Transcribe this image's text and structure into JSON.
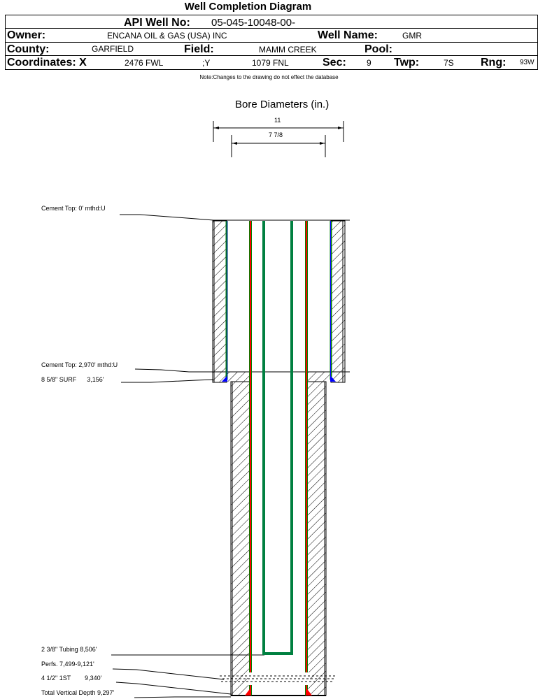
{
  "title": "Well Completion Diagram",
  "header": {
    "api_label": "API Well No:",
    "api_value": "05-045-10048-00-",
    "owner_label": "Owner:",
    "owner_value": "ENCANA OIL & GAS (USA) INC",
    "well_name_label": "Well Name:",
    "well_name_value": "GMR",
    "county_label": "County:",
    "county_value": "GARFIELD",
    "field_label": "Field:",
    "field_value": "MAMM CREEK",
    "pool_label": "Pool:",
    "pool_value": "",
    "coord_x_label": "Coordinates: X",
    "coord_x_value": "2476 FWL",
    "coord_y_label": ";Y",
    "coord_y_value": "1079 FNL",
    "sec_label": "Sec:",
    "sec_value": "9",
    "twp_label": "Twp:",
    "twp_value": "7S",
    "rng_label": "Rng:",
    "rng_value": "93W"
  },
  "note": "Note:Changes to the drawing do not effect the database",
  "diagram": {
    "bore_title": "Bore Diameters (in.)",
    "bore_diameters": [
      "11",
      "7 7/8"
    ],
    "annotations": {
      "cement_top_surface": "Cement Top: 0' mthd:U",
      "cement_top_intermediate": "Cement Top: 2,970' mthd:U",
      "surface_casing": "8 5/8\" SURF      3,156'",
      "tubing": "2 3/8\" Tubing 8,506'",
      "perfs": "Perfs. 7,499-9,121'",
      "production_casing": "4 1/2\" 1ST        9,340'",
      "total_depth": "Total Vertical Depth 9,297'"
    },
    "colors": {
      "surface_casing": "#0000ff",
      "production_casing": "#ff0000",
      "tubing": "#008040",
      "casing_outline": "#008000",
      "hatch": "#000000"
    }
  }
}
